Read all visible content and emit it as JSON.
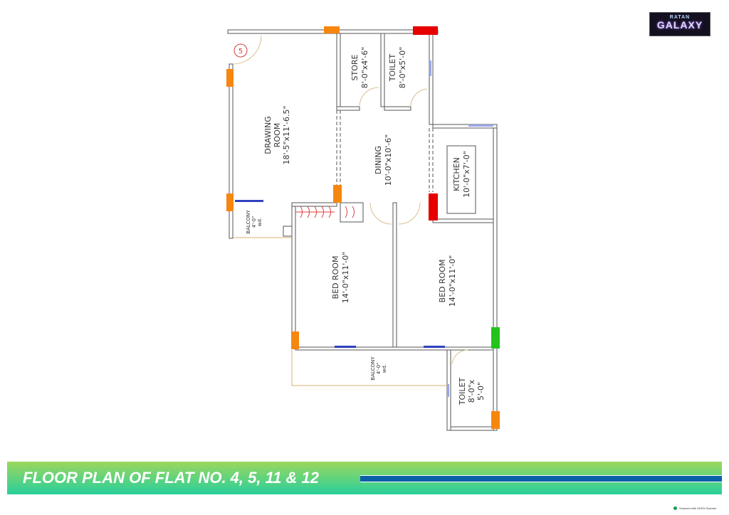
{
  "logo": {
    "line1": "RATAN",
    "line2": "GALAXY"
  },
  "rooms": {
    "drawing": {
      "name": "DRAWING",
      "name2": "ROOM",
      "size": "18'-5\"x11'-6.5\""
    },
    "store": {
      "name": "STORE",
      "size": "8'-0\"x4'-6\""
    },
    "toilet1": {
      "name": "TOILET",
      "size": "8'-0\"x5'-0\""
    },
    "dining": {
      "name": "DINING",
      "size": "10'-0\"x10'-6\""
    },
    "kitchen": {
      "name": "KITCHEN",
      "size": "10'-0\"x7'-0\""
    },
    "bedroom1": {
      "name": "BED ROOM",
      "size": "14'-0\"x11'-0\""
    },
    "bedroom2": {
      "name": "BED ROOM",
      "size": "14'-0\"x11'-0\""
    },
    "balcony1": {
      "name": "BALCONY",
      "size": "4'-0\"",
      "note": "wd."
    },
    "balcony2": {
      "name": "BALCONY",
      "size": "4'-0\"",
      "note": "wd."
    },
    "toilet2": {
      "name": "TOILET",
      "size": "8'-0\"x",
      "size2": "5'-0\""
    }
  },
  "entry_marker": "5",
  "banner": {
    "title": "FLOOR PLAN OF FLAT NO. 4, 5, 11 & 12"
  },
  "footer": {
    "scanner": "Scanned with OKEN Scanner"
  },
  "colors": {
    "orange": "#f7860e",
    "red": "#e60000",
    "green": "#22c41c",
    "wall": "#555555",
    "banner_blue": "#0a5fa8"
  }
}
